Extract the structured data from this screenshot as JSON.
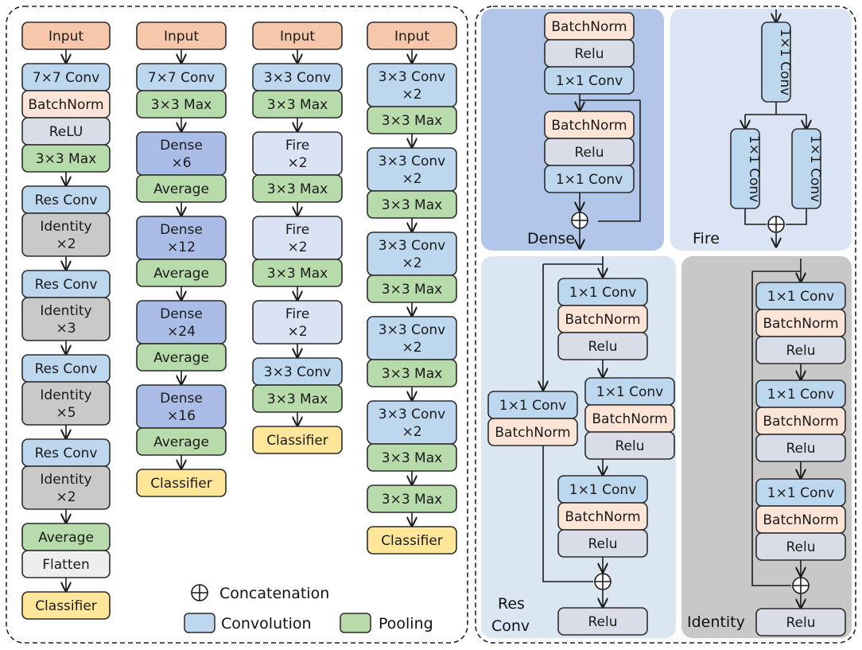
{
  "colors": {
    "input": "#f6c7aa",
    "conv": "#bdd7ee",
    "batchnorm": "#fce4d6",
    "relu": "#d9dde8",
    "pool": "#b7dbaa",
    "identity": "#c9c9c9",
    "dense": "#a9bde6",
    "fire": "#dae3f3",
    "flatten": "#eeeeee",
    "classifier": "#ffe699",
    "panel_dense": "#b1c6e8",
    "panel_fire": "#dbe4f4",
    "panel_res": "#dbe6f3",
    "panel_identity": "#c8c8c8",
    "border": "#2b2b2b"
  },
  "model_columns": [
    {
      "blocks": [
        {
          "type": "input",
          "text": [
            "Input"
          ]
        },
        {
          "type": "conv",
          "text": [
            "7×7 Conv"
          ]
        },
        {
          "type": "batchnorm",
          "text": [
            "BatchNorm"
          ]
        },
        {
          "type": "relu",
          "text": [
            "ReLU"
          ]
        },
        {
          "type": "pool",
          "text": [
            "3×3 Max"
          ]
        },
        {
          "type": "conv",
          "text": [
            "Res Conv"
          ]
        },
        {
          "type": "identity",
          "text": [
            "Identity",
            "×2"
          ]
        },
        {
          "type": "conv",
          "text": [
            "Res Conv"
          ]
        },
        {
          "type": "identity",
          "text": [
            "Identity",
            "×3"
          ]
        },
        {
          "type": "conv",
          "text": [
            "Res Conv"
          ]
        },
        {
          "type": "identity",
          "text": [
            "Identity",
            "×5"
          ]
        },
        {
          "type": "conv",
          "text": [
            "Res Conv"
          ]
        },
        {
          "type": "identity",
          "text": [
            "Identity",
            "×2"
          ]
        },
        {
          "type": "pool",
          "text": [
            "Average"
          ]
        },
        {
          "type": "flatten",
          "text": [
            "Flatten"
          ]
        },
        {
          "type": "classifier",
          "text": [
            "Classifier"
          ]
        }
      ]
    },
    {
      "blocks": [
        {
          "type": "input",
          "text": [
            "Input"
          ]
        },
        {
          "type": "conv",
          "text": [
            "7×7 Conv"
          ]
        },
        {
          "type": "pool",
          "text": [
            "3×3 Max"
          ]
        },
        {
          "type": "dense",
          "text": [
            "Dense",
            "×6"
          ]
        },
        {
          "type": "pool",
          "text": [
            "Average"
          ]
        },
        {
          "type": "dense",
          "text": [
            "Dense",
            "×12"
          ]
        },
        {
          "type": "pool",
          "text": [
            "Average"
          ]
        },
        {
          "type": "dense",
          "text": [
            "Dense",
            "×24"
          ]
        },
        {
          "type": "pool",
          "text": [
            "Average"
          ]
        },
        {
          "type": "dense",
          "text": [
            "Dense",
            "×16"
          ]
        },
        {
          "type": "pool",
          "text": [
            "Average"
          ]
        },
        {
          "type": "classifier",
          "text": [
            "Classifier"
          ]
        }
      ]
    },
    {
      "blocks": [
        {
          "type": "input",
          "text": [
            "Input"
          ]
        },
        {
          "type": "conv",
          "text": [
            "3×3 Conv"
          ]
        },
        {
          "type": "pool",
          "text": [
            "3×3 Max"
          ]
        },
        {
          "type": "fire",
          "text": [
            "Fire",
            "×2"
          ]
        },
        {
          "type": "pool",
          "text": [
            "3×3 Max"
          ]
        },
        {
          "type": "fire",
          "text": [
            "Fire",
            "×2"
          ]
        },
        {
          "type": "pool",
          "text": [
            "3×3 Max"
          ]
        },
        {
          "type": "fire",
          "text": [
            "Fire",
            "×2"
          ]
        },
        {
          "type": "conv",
          "text": [
            "3×3 Conv"
          ]
        },
        {
          "type": "pool",
          "text": [
            "3×3 Max"
          ]
        },
        {
          "type": "classifier",
          "text": [
            "Classifier"
          ]
        }
      ]
    },
    {
      "blocks": [
        {
          "type": "input",
          "text": [
            "Input"
          ]
        },
        {
          "type": "conv",
          "text": [
            "3×3 Conv",
            "×2"
          ]
        },
        {
          "type": "pool",
          "text": [
            "3×3 Max"
          ]
        },
        {
          "type": "conv",
          "text": [
            "3×3 Conv",
            "×2"
          ]
        },
        {
          "type": "pool",
          "text": [
            "3×3 Max"
          ]
        },
        {
          "type": "conv",
          "text": [
            "3×3 Conv",
            "×2"
          ]
        },
        {
          "type": "pool",
          "text": [
            "3×3 Max"
          ]
        },
        {
          "type": "conv",
          "text": [
            "3×3 Conv",
            "×2"
          ]
        },
        {
          "type": "pool",
          "text": [
            "3×3 Max"
          ]
        },
        {
          "type": "conv",
          "text": [
            "3×3 Conv",
            "×2"
          ]
        },
        {
          "type": "pool",
          "text": [
            "3×3 Max"
          ]
        },
        {
          "type": "pool",
          "text": [
            "3×3 Max"
          ]
        },
        {
          "type": "classifier",
          "text": [
            "Classifier"
          ]
        }
      ]
    }
  ],
  "legend": {
    "concatenation": "Concatenation",
    "convolution": "Convolution",
    "pooling": "Pooling"
  },
  "modules": {
    "dense": {
      "title": "Dense",
      "blocks": [
        {
          "type": "batchnorm",
          "text": [
            "BatchNorm"
          ]
        },
        {
          "type": "relu",
          "text": [
            "Relu"
          ]
        },
        {
          "type": "conv",
          "text": [
            "1×1 Conv"
          ]
        },
        {
          "type": "batchnorm",
          "text": [
            "BatchNorm"
          ]
        },
        {
          "type": "relu",
          "text": [
            "Relu"
          ]
        },
        {
          "type": "conv",
          "text": [
            "1×1 Conv"
          ]
        }
      ]
    },
    "fire": {
      "title": "Fire",
      "blocks": [
        {
          "type": "conv",
          "text": [
            "1×1 Conv"
          ]
        },
        {
          "type": "conv",
          "text": [
            "1×1 Conv"
          ]
        },
        {
          "type": "conv",
          "text": [
            "1×1 Conv"
          ]
        }
      ]
    },
    "res_conv": {
      "title": [
        "Res",
        "Conv"
      ],
      "blocks": [
        {
          "type": "conv",
          "text": [
            "1×1 Conv"
          ]
        },
        {
          "type": "batchnorm",
          "text": [
            "BatchNorm"
          ]
        },
        {
          "type": "relu",
          "text": [
            "Relu"
          ]
        },
        {
          "type": "conv",
          "text": [
            "1×1 Conv"
          ]
        },
        {
          "type": "batchnorm",
          "text": [
            "BatchNorm"
          ]
        },
        {
          "type": "relu",
          "text": [
            "Relu"
          ]
        },
        {
          "type": "conv",
          "text": [
            "1×1 Conv"
          ]
        },
        {
          "type": "batchnorm",
          "text": [
            "BatchNorm"
          ]
        },
        {
          "type": "relu",
          "text": [
            "Relu"
          ]
        },
        {
          "type": "conv",
          "text": [
            "1×1 Conv"
          ]
        },
        {
          "type": "batchnorm",
          "text": [
            "BatchNorm"
          ]
        },
        {
          "type": "relu",
          "text": [
            "Relu"
          ]
        }
      ]
    },
    "identity": {
      "title": "Identity",
      "blocks": [
        {
          "type": "conv",
          "text": [
            "1×1 Conv"
          ]
        },
        {
          "type": "batchnorm",
          "text": [
            "BatchNorm"
          ]
        },
        {
          "type": "relu",
          "text": [
            "Relu"
          ]
        },
        {
          "type": "conv",
          "text": [
            "1×1 Conv"
          ]
        },
        {
          "type": "batchnorm",
          "text": [
            "BatchNorm"
          ]
        },
        {
          "type": "relu",
          "text": [
            "Relu"
          ]
        },
        {
          "type": "conv",
          "text": [
            "1×1 Conv"
          ]
        },
        {
          "type": "batchnorm",
          "text": [
            "BatchNorm"
          ]
        },
        {
          "type": "relu",
          "text": [
            "Relu"
          ]
        },
        {
          "type": "relu",
          "text": [
            "Relu"
          ]
        }
      ]
    }
  }
}
